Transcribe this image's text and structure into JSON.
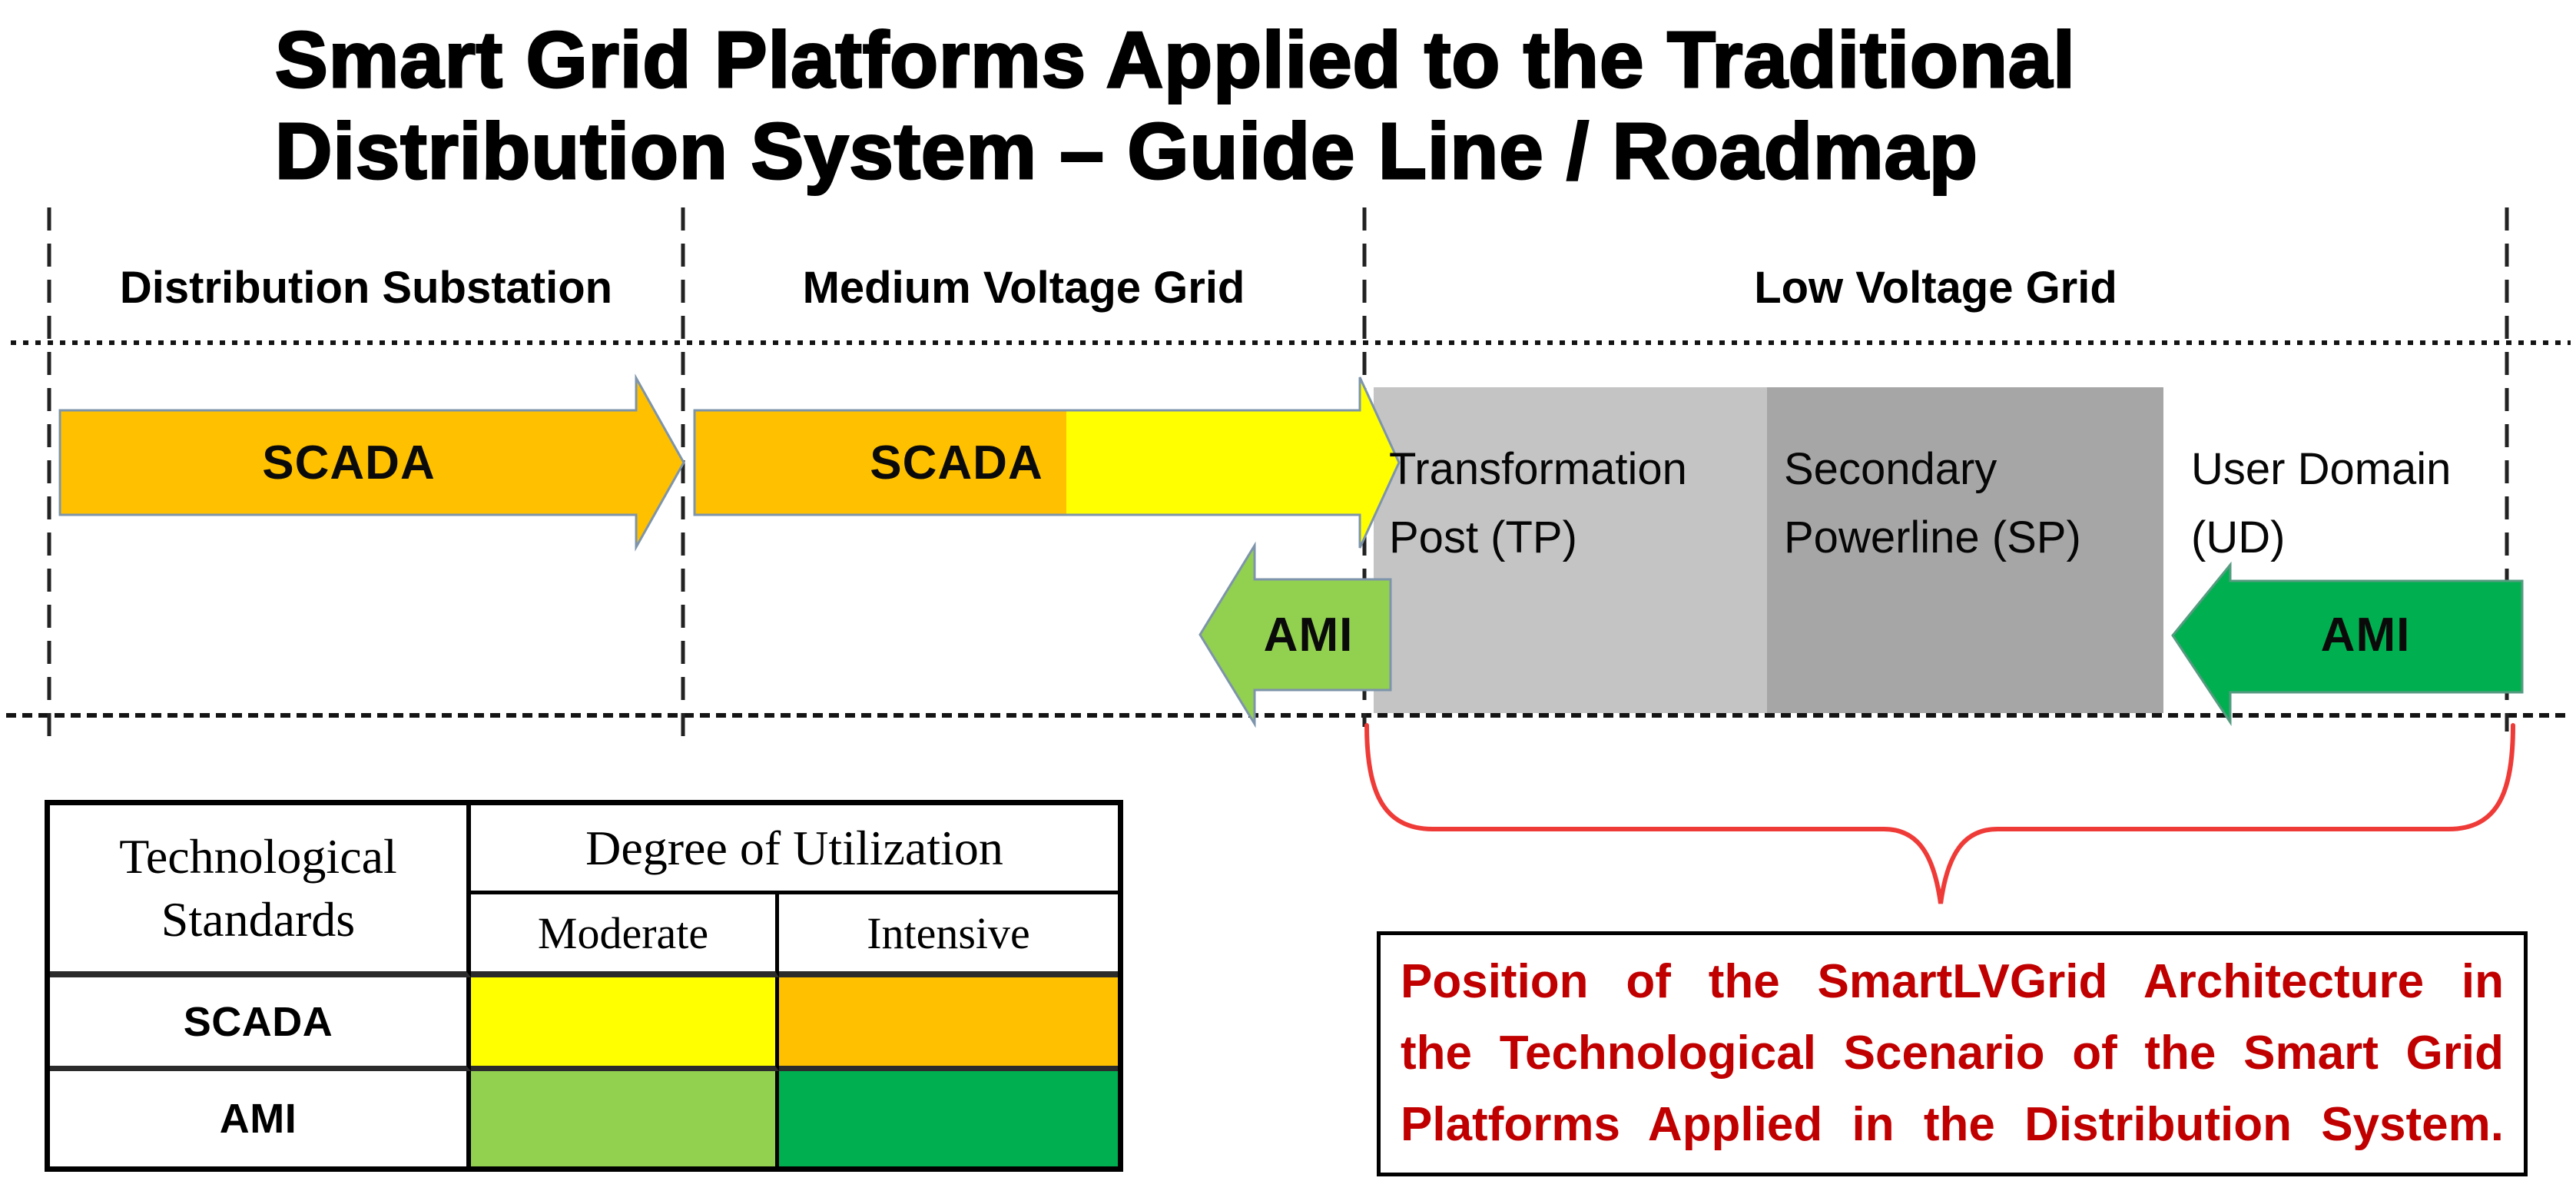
{
  "title": {
    "line1": "Smart Grid Platforms Applied to the Traditional",
    "line2": "Distribution System – Guide Line / Roadmap"
  },
  "zones": {
    "substation": "Distribution Substation",
    "medium_voltage": "Medium Voltage Grid",
    "low_voltage": "Low Voltage Grid"
  },
  "arrows": {
    "scada_substation": {
      "label": "SCADA",
      "fill": "#FFC000"
    },
    "scada_medium_voltage": {
      "label": "SCADA",
      "fill_start": "#FFC000",
      "fill_end": "#FFFF00"
    },
    "ami_medium_voltage": {
      "label": "AMI",
      "fill": "#92D050"
    },
    "ami_user_domain": {
      "label": "AMI",
      "fill": "#00B050"
    }
  },
  "low_voltage_segments": {
    "transformation_post": {
      "label": "Transformation Post (TP)",
      "fill": "#C4C4C4"
    },
    "secondary_powerline": {
      "label": "Secondary Powerline (SP)",
      "fill": "#A6A6A6"
    },
    "user_domain": {
      "label": "User Domain (UD)"
    }
  },
  "table": {
    "row_group_header": "Technological Standards",
    "col_group_header": "Degree of Utilization",
    "col_headers": {
      "moderate": "Moderate",
      "intensive": "Intensive"
    },
    "rows": [
      {
        "standard": "SCADA",
        "moderate_fill": "#FFFF00",
        "intensive_fill": "#FFC000"
      },
      {
        "standard": "AMI",
        "moderate_fill": "#92D050",
        "intensive_fill": "#00B050"
      }
    ]
  },
  "callout": {
    "lines": [
      "Position of the SmartLVGrid Architecture in",
      "the Technological Scenario of the Smart Grid",
      "Platforms Applied in the Distribution System."
    ],
    "text_color": "#C00000",
    "brace_color": "#EF3B38"
  }
}
